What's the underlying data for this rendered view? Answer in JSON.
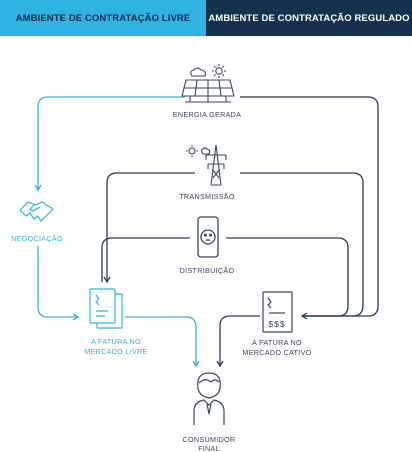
{
  "tabs": {
    "free_market": "AMBIENTE DE CONTRATAÇÃO LIVRE",
    "regulated_market": "AMBIENTE DE CONTRATAÇÃO REGULADO"
  },
  "nodes": {
    "energy": "ENERGIA GERADA",
    "transmission": "TRANSMISSÃO",
    "distribution": "DISTRIBUIÇÃO",
    "negotiation": "NEGOCIAÇÃO",
    "free_invoice": [
      "A FATURA NO",
      "MERCADO LIVRE"
    ],
    "captive_invoice": [
      "A FATURA NO",
      "MERCADO CATIVO"
    ],
    "consumer": [
      "CONSUMIDOR",
      "FINAL"
    ]
  },
  "colors": {
    "free": "#2fb3e3",
    "regulated": "#16304f",
    "line_dark": "#2b3a55",
    "icon_dark": "#3a4660"
  },
  "icons": {
    "energy": "solar-panel-icon",
    "transmission": "transmission-tower-icon",
    "distribution": "power-outlet-icon",
    "negotiation": "handshake-icon",
    "free_invoice": "invoice-icon",
    "captive_invoice": "invoice-dollar-icon",
    "consumer": "person-icon"
  }
}
